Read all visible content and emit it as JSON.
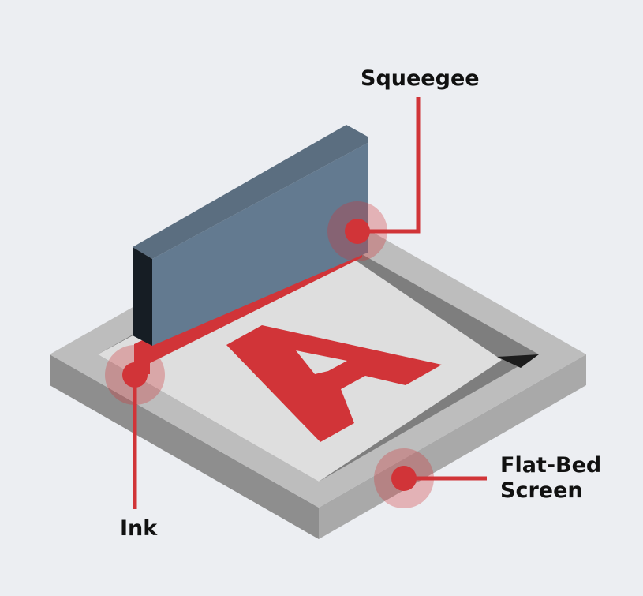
{
  "labels": {
    "squeegee": "Squeegee",
    "ink": "Ink",
    "flatbed_line1": "Flat-Bed",
    "flatbed_line2": "Screen",
    "print_letter": "A"
  },
  "colors": {
    "background": "#eceef2",
    "accent_red": "#d13438",
    "squeegee_blade": "#637a90",
    "frame_top": "#bdbdbd",
    "screen_surface": "#dedede",
    "text": "#111111"
  },
  "icons": {
    "callout_marker": "red-dot-with-halo"
  }
}
